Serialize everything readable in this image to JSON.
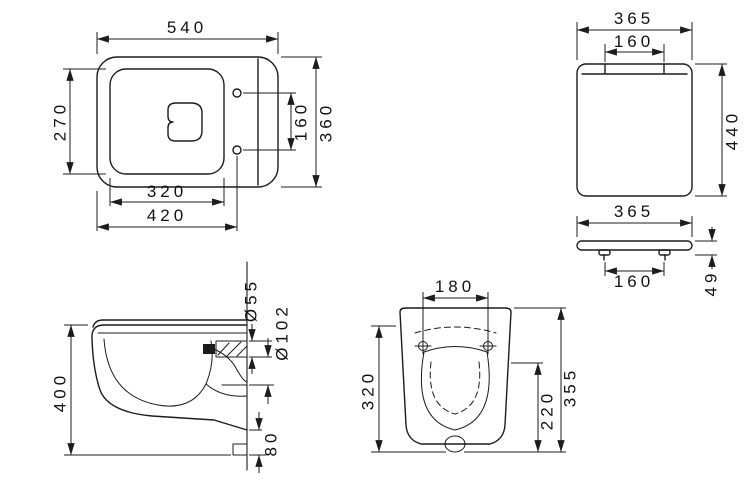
{
  "views": {
    "top_view": {
      "dims": {
        "overall_length": "540",
        "bowl_width": "270",
        "fixing_hole_spacing": "160",
        "overall_width": "360",
        "bowl_length": "320",
        "fixing_hole_distance": "420"
      }
    },
    "seat_top_view": {
      "dims": {
        "overall_width": "365",
        "hinge_spacing": "160",
        "overall_depth": "440"
      }
    },
    "seat_front_view": {
      "dims": {
        "overall_width": "365",
        "hinge_spacing": "160",
        "seat_height": "49"
      }
    },
    "side_view": {
      "dims": {
        "inlet_diameter": "Ø55",
        "outlet_diameter": "Ø102",
        "overall_height": "400",
        "outlet_offset": "80"
      }
    },
    "front_view": {
      "dims": {
        "fixing_hole_spacing": "180",
        "front_height": "320",
        "inner_height": "220",
        "overall_height": "355"
      }
    }
  },
  "colors": {
    "line": "#1c1c1c",
    "background": "#ffffff"
  }
}
